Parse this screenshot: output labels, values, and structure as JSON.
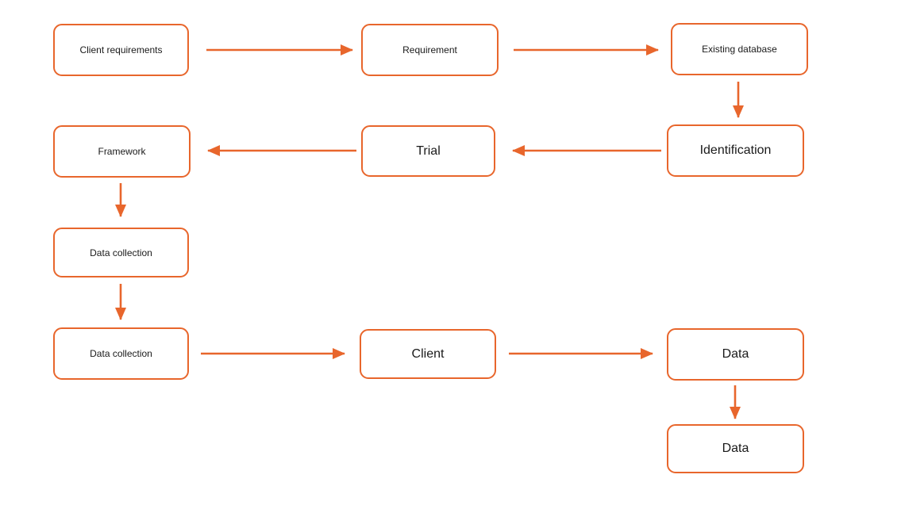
{
  "diagram": {
    "type": "flowchart",
    "colors": {
      "accent": "#E8662C",
      "text": "#1A1A1A",
      "background": "#FFFFFF"
    },
    "nodes": [
      {
        "id": "client-requirements",
        "label": "Client requirements"
      },
      {
        "id": "requirement",
        "label": "Requirement"
      },
      {
        "id": "existing-database",
        "label": "Existing database"
      },
      {
        "id": "framework",
        "label": "Framework"
      },
      {
        "id": "trial",
        "label": "Trial"
      },
      {
        "id": "identification",
        "label": "Identification"
      },
      {
        "id": "data-collection-1",
        "label": "Data collection"
      },
      {
        "id": "data-collection-2",
        "label": "Data collection"
      },
      {
        "id": "client",
        "label": "Client"
      },
      {
        "id": "data-1",
        "label": "Data"
      },
      {
        "id": "data-2",
        "label": "Data"
      }
    ],
    "edges": [
      {
        "from": "client-requirements",
        "to": "requirement"
      },
      {
        "from": "requirement",
        "to": "existing-database"
      },
      {
        "from": "existing-database",
        "to": "identification"
      },
      {
        "from": "identification",
        "to": "trial"
      },
      {
        "from": "trial",
        "to": "framework"
      },
      {
        "from": "framework",
        "to": "data-collection-1"
      },
      {
        "from": "data-collection-1",
        "to": "data-collection-2"
      },
      {
        "from": "data-collection-2",
        "to": "client"
      },
      {
        "from": "client",
        "to": "data-1"
      },
      {
        "from": "data-1",
        "to": "data-2"
      }
    ]
  }
}
